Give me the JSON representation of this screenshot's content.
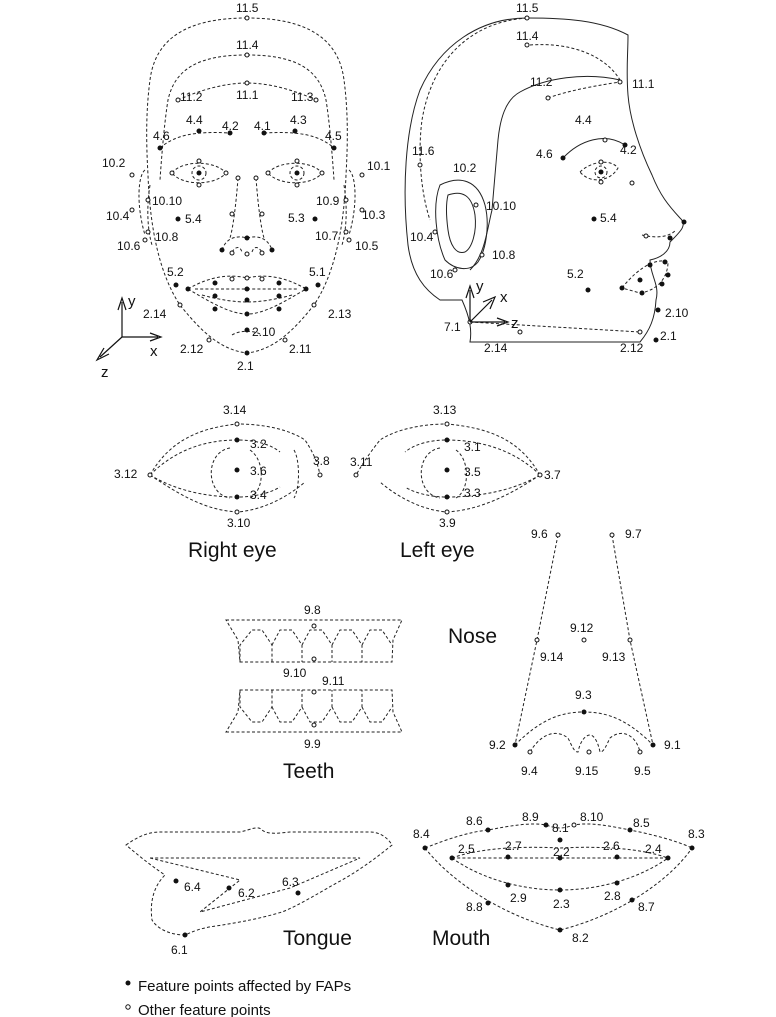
{
  "front": {
    "labels": {
      "p11_5": "11.5",
      "p11_4": "11.4",
      "p11_2": "11.2",
      "p11_1": "11.1",
      "p11_3": "11.3",
      "p4_4": "4.4",
      "p4_2": "4.2",
      "p4_1": "4.1",
      "p4_3": "4.3",
      "p4_6": "4.6",
      "p4_5": "4.5",
      "p10_2": "10.2",
      "p10_1": "10.1",
      "p10_10": "10.10",
      "p10_9": "10.9",
      "p10_4": "10.4",
      "p10_3": "10.3",
      "p5_4": "5.4",
      "p5_3": "5.3",
      "p10_8": "10.8",
      "p10_7": "10.7",
      "p10_6": "10.6",
      "p10_5": "10.5",
      "p5_2": "5.2",
      "p5_1": "5.1",
      "p2_14": "2.14",
      "p2_13": "2.13",
      "p2_10": "2.10",
      "p2_12": "2.12",
      "p2_11": "2.11",
      "p2_1": "2.1",
      "ax_x": "x",
      "ax_y": "y",
      "ax_z": "z"
    }
  },
  "side": {
    "labels": {
      "p11_5": "11.5",
      "p11_4": "11.4",
      "p11_2": "11.2",
      "p11_1": "11.1",
      "p11_6": "11.6",
      "p4_4": "4.4",
      "p4_6": "4.6",
      "p4_2": "4.2",
      "p10_2": "10.2",
      "p10_10": "10.10",
      "p5_4": "5.4",
      "p10_4": "10.4",
      "p10_8": "10.8",
      "p10_6": "10.6",
      "p5_2": "5.2",
      "p7_1": "7.1",
      "p2_10": "2.10",
      "p2_1": "2.1",
      "p2_14": "2.14",
      "p2_12": "2.12",
      "ax_x": "x",
      "ax_y": "y",
      "ax_z": "z"
    }
  },
  "right_eye": {
    "caption": "Right eye",
    "labels": {
      "p3_14": "3.14",
      "p3_2": "3.2",
      "p3_12": "3.12",
      "p3_6": "3.6",
      "p3_8": "3.8",
      "p3_4": "3.4",
      "p3_10": "3.10"
    }
  },
  "left_eye": {
    "caption": "Left eye",
    "labels": {
      "p3_13": "3.13",
      "p3_1": "3.1",
      "p3_11": "3.11",
      "p3_5": "3.5",
      "p3_7": "3.7",
      "p3_3": "3.3",
      "p3_9": "3.9"
    }
  },
  "teeth": {
    "caption": "Teeth",
    "labels": {
      "p9_8": "9.8",
      "p9_10": "9.10",
      "p9_11": "9.11",
      "p9_9": "9.9"
    }
  },
  "nose": {
    "caption": "Nose",
    "labels": {
      "p9_6": "9.6",
      "p9_7": "9.7",
      "p9_12": "9.12",
      "p9_14": "9.14",
      "p9_13": "9.13",
      "p9_3": "9.3",
      "p9_2": "9.2",
      "p9_1": "9.1",
      "p9_4": "9.4",
      "p9_15": "9.15",
      "p9_5": "9.5"
    }
  },
  "tongue": {
    "caption": "Tongue",
    "labels": {
      "p6_4": "6.4",
      "p6_2": "6.2",
      "p6_3": "6.3",
      "p6_1": "6.1"
    }
  },
  "mouth": {
    "caption": "Mouth",
    "labels": {
      "p8_6": "8.6",
      "p8_9": "8.9",
      "p8_1": "8.1",
      "p8_10": "8.10",
      "p8_5": "8.5",
      "p8_4": "8.4",
      "p8_3": "8.3",
      "p2_5": "2.5",
      "p2_7": "2.7",
      "p2_2": "2.2",
      "p2_6": "2.6",
      "p2_4": "2.4",
      "p2_9": "2.9",
      "p2_3": "2.3",
      "p2_8": "2.8",
      "p8_8": "8.8",
      "p8_7": "8.7",
      "p8_2": "8.2"
    }
  },
  "legend": {
    "filled": "Feature points affected by FAPs",
    "open": "Other feature points"
  }
}
